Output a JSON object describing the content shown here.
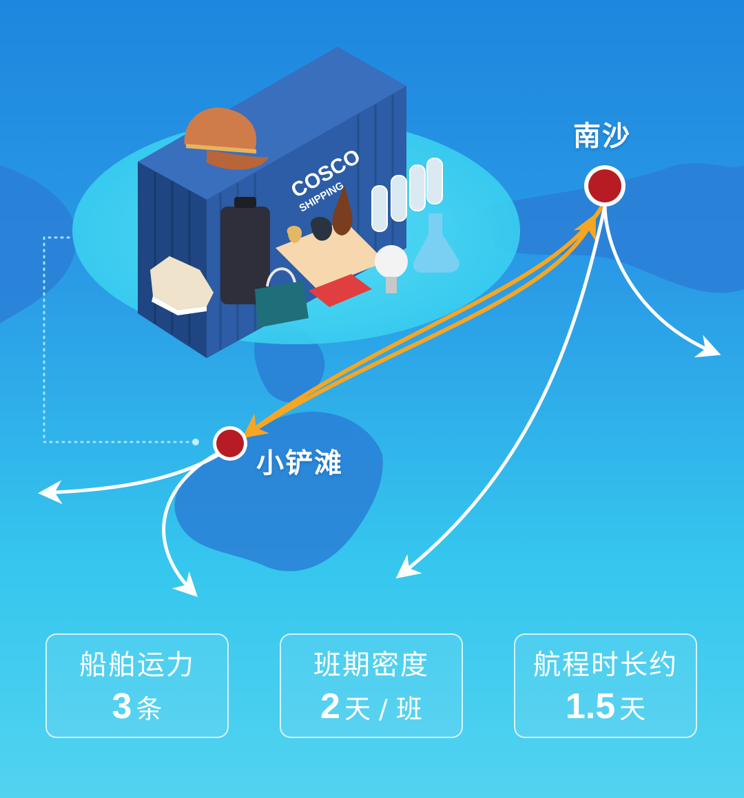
{
  "ports": {
    "nansha": "南沙",
    "xiaochantan": "小铲滩"
  },
  "container": {
    "brand_line1": "COSCO",
    "brand_line2": "SHIPPING",
    "color": "#2d5aa0"
  },
  "stats": [
    {
      "title": "船舶运力",
      "value": "3",
      "unit": "条"
    },
    {
      "title": "班期密度",
      "value": "2",
      "unit": "天 / 班"
    },
    {
      "title": "航程时长约",
      "value": "1.5",
      "unit": "天"
    }
  ],
  "colors": {
    "route_main": "#f5a623",
    "route_secondary": "#ffffff",
    "port_marker": "#b71c24"
  }
}
